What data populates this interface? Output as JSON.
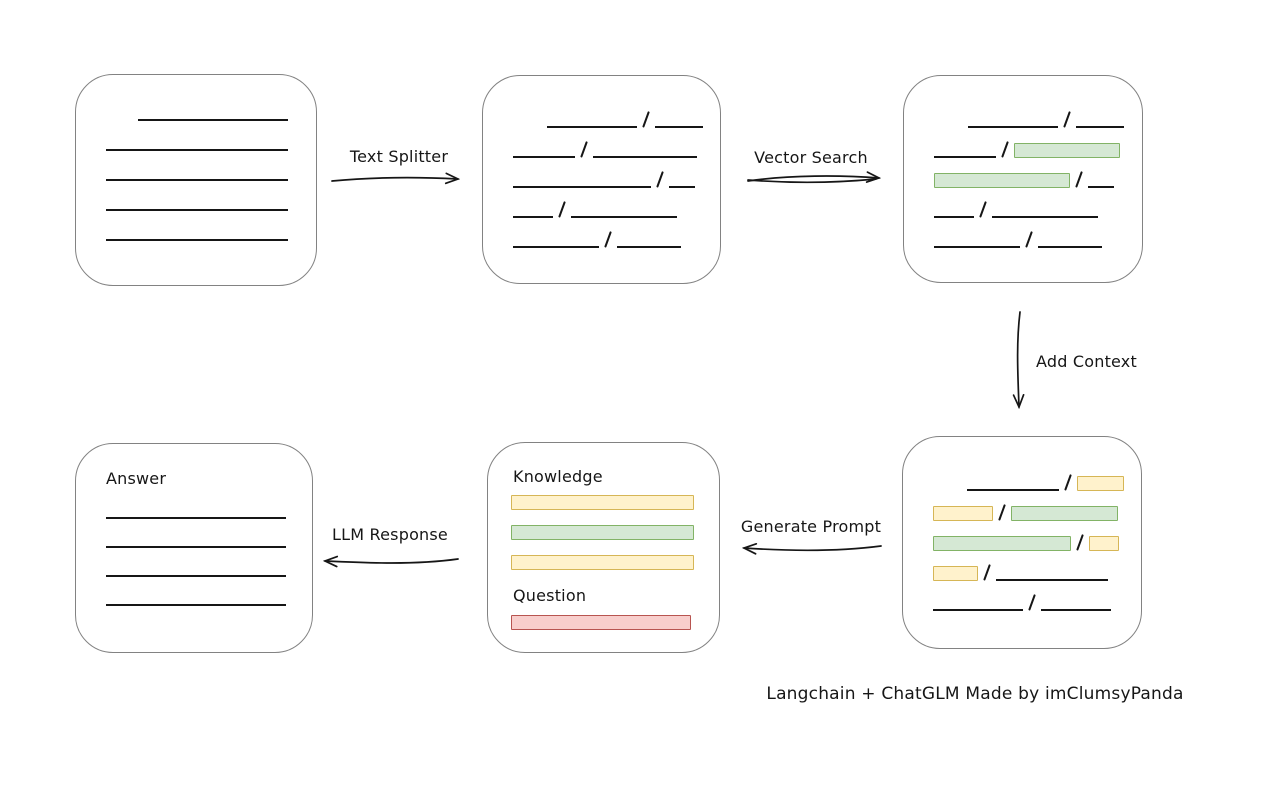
{
  "labels": {
    "text_splitter": "Text Splitter",
    "vector_search": "Vector Search",
    "add_context": "Add Context",
    "generate_prompt": "Generate Prompt",
    "llm_response": "LLM Response"
  },
  "caption": "Langchain + ChatGLM Made by imClumsyPanda",
  "document_box": {
    "lines": [
      {
        "w": 150,
        "ind": 32
      },
      {
        "w": 182
      },
      {
        "w": 182
      },
      {
        "w": 182
      },
      {
        "w": 182
      }
    ]
  },
  "split_box": {
    "rows": [
      [
        {
          "k": "line",
          "w": 90,
          "ind": 34
        },
        {
          "k": "line",
          "w": 48
        }
      ],
      [
        {
          "k": "line",
          "w": 62
        },
        {
          "k": "line",
          "w": 104
        }
      ],
      [
        {
          "k": "line",
          "w": 138
        },
        {
          "k": "line",
          "w": 26
        }
      ],
      [
        {
          "k": "line",
          "w": 40
        },
        {
          "k": "line",
          "w": 106
        }
      ],
      [
        {
          "k": "line",
          "w": 86
        },
        {
          "k": "line",
          "w": 64
        }
      ]
    ]
  },
  "vector_box": {
    "rows": [
      [
        {
          "k": "line",
          "w": 90,
          "ind": 34
        },
        {
          "k": "line",
          "w": 48
        }
      ],
      [
        {
          "k": "line",
          "w": 62
        },
        {
          "k": "green",
          "w": 106
        }
      ],
      [
        {
          "k": "green",
          "w": 136
        },
        {
          "k": "line",
          "w": 26
        }
      ],
      [
        {
          "k": "line",
          "w": 40
        },
        {
          "k": "line",
          "w": 106
        }
      ],
      [
        {
          "k": "line",
          "w": 86
        },
        {
          "k": "line",
          "w": 64
        }
      ]
    ]
  },
  "context_box": {
    "rows": [
      [
        {
          "k": "line",
          "w": 92,
          "ind": 34
        },
        {
          "k": "yellow",
          "w": 47
        }
      ],
      [
        {
          "k": "yellow",
          "w": 60
        },
        {
          "k": "green",
          "w": 107
        }
      ],
      [
        {
          "k": "green",
          "w": 138
        },
        {
          "k": "yellow",
          "w": 30
        }
      ],
      [
        {
          "k": "yellow",
          "w": 45
        },
        {
          "k": "line",
          "w": 112
        }
      ],
      [
        {
          "k": "line",
          "w": 90
        },
        {
          "k": "line",
          "w": 70
        }
      ]
    ]
  },
  "prompt_box": {
    "knowledge_label": "Knowledge",
    "question_label": "Question",
    "knowledge_bars": [
      "yellow",
      "green",
      "yellow"
    ],
    "question_bars": [
      "red"
    ]
  },
  "answer_box": {
    "label": "Answer",
    "lines": [
      {
        "w": 180
      },
      {
        "w": 180
      },
      {
        "w": 180
      },
      {
        "w": 180
      }
    ]
  },
  "colors": {
    "green_fill": "#d5e8d4",
    "green_border": "#82b366",
    "yellow_fill": "#fff2cc",
    "yellow_border": "#d6b656",
    "red_fill": "#f8cecc",
    "red_border": "#b85450",
    "box_border": "#828282",
    "ink": "#161616"
  }
}
